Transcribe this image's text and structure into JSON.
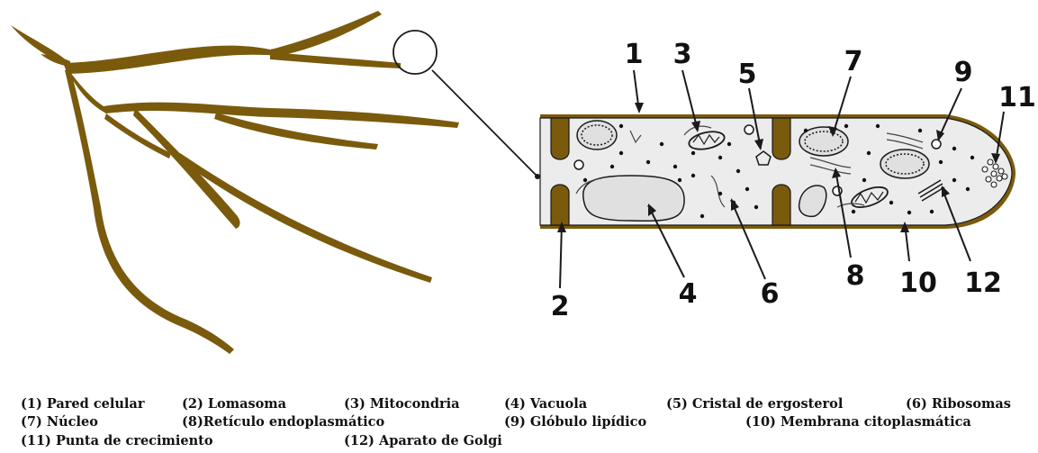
{
  "diagram": {
    "colors": {
      "hypha": "#7a5a0c",
      "cytoplasm": "#ececec",
      "outline": "#1a1a1a",
      "background": "#ffffff"
    },
    "callouts": {
      "n1": "1",
      "n2": "2",
      "n3": "3",
      "n4": "4",
      "n5": "5",
      "n6": "6",
      "n7": "7",
      "n8": "8",
      "n9": "9",
      "n10": "10",
      "n11": "11",
      "n12": "12"
    }
  },
  "legend": {
    "rows": [
      [
        "(1) Pared celular",
        "(2) Lomasoma",
        "(3) Mitocondria",
        "(4) Vacuola",
        "(5) Cristal de ergosterol",
        "(6) Ribosomas"
      ],
      [
        "(7) Núcleo",
        "(8)Retículo endoplasmático",
        "(9) Glóbulo lipídico",
        "(10) Membrana citoplasmática"
      ],
      [
        "(11) Punta de crecimiento",
        "(12) Aparato de Golgi"
      ]
    ]
  }
}
